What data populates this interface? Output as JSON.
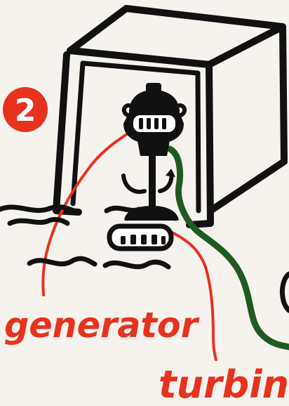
{
  "step": {
    "number": "2"
  },
  "labels": {
    "generator": "generator",
    "turbine": "turbin"
  },
  "colors": {
    "paper": "#f6f3ee",
    "ink": "#111111",
    "red": "#e8321e",
    "green": "#1f5a22",
    "badge": "#e8321e",
    "white": "#ffffff"
  }
}
